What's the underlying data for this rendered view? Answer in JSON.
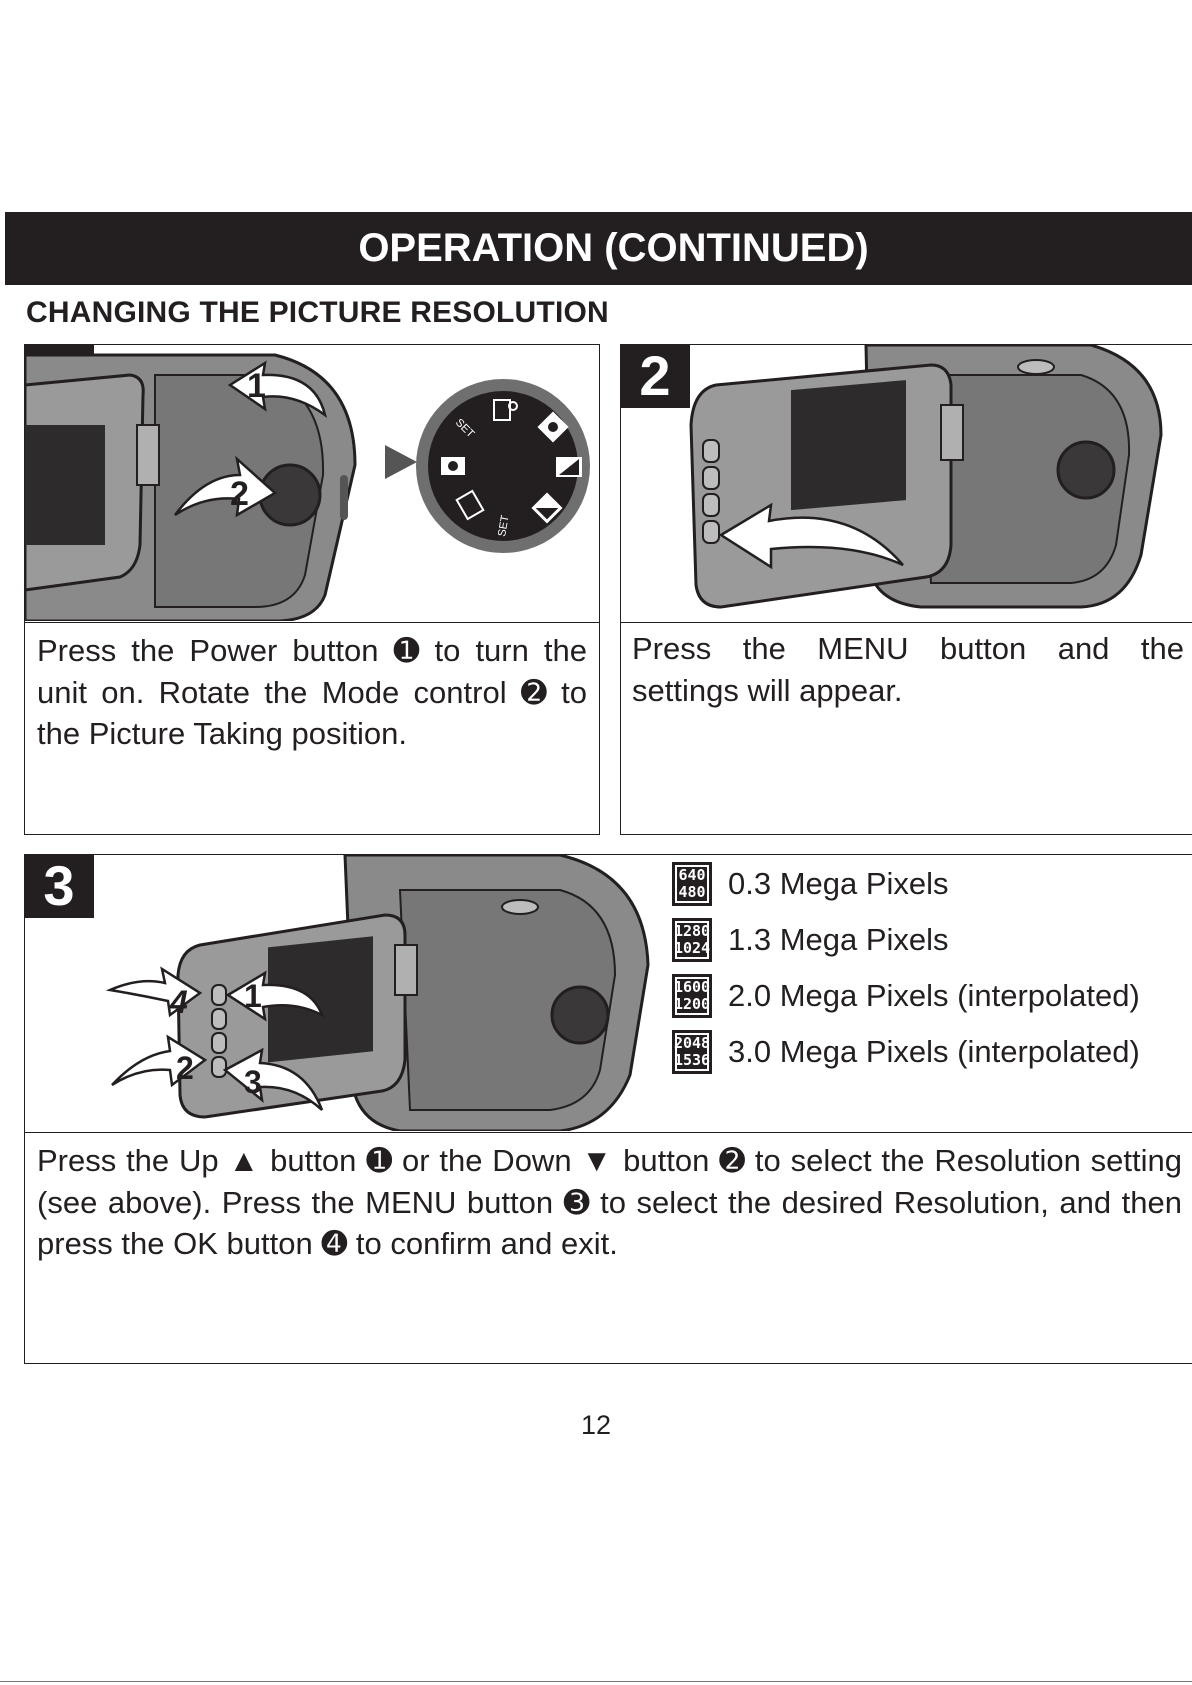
{
  "header": {
    "title": "OPERATION (CONTINUED)"
  },
  "section": {
    "title": "CHANGING THE PICTURE RESOLUTION"
  },
  "steps": [
    {
      "number": "1",
      "callouts": [
        "1",
        "2"
      ],
      "dial_labels": [
        "SET",
        "SET"
      ],
      "text": "Press the Power button ➊ to turn the unit on. Rotate the Mode control ➋ to the Picture Taking position."
    },
    {
      "number": "2",
      "text": "Press the MENU button and the settings will appear."
    },
    {
      "number": "3",
      "callouts": [
        "1",
        "2",
        "3",
        "4"
      ],
      "text": "Press the Up ▲ button ➊ or the Down ▼ button ➋ to select the Resolution setting (see above). Press the MENU button ➌ to select the desired Resolution, and then press the OK button ➍ to confirm and exit."
    }
  ],
  "resolutions": [
    {
      "icon_top": "640",
      "icon_bottom": "480",
      "label": "0.3 Mega Pixels"
    },
    {
      "icon_top": "1280",
      "icon_bottom": "1024",
      "label": "1.3 Mega Pixels"
    },
    {
      "icon_top": "1600",
      "icon_bottom": "1200",
      "label": "2.0 Mega Pixels (interpolated)"
    },
    {
      "icon_top": "2048",
      "icon_bottom": "1536",
      "label": "3.0 Mega Pixels (interpolated)"
    }
  ],
  "footer": {
    "page_number": "12"
  }
}
